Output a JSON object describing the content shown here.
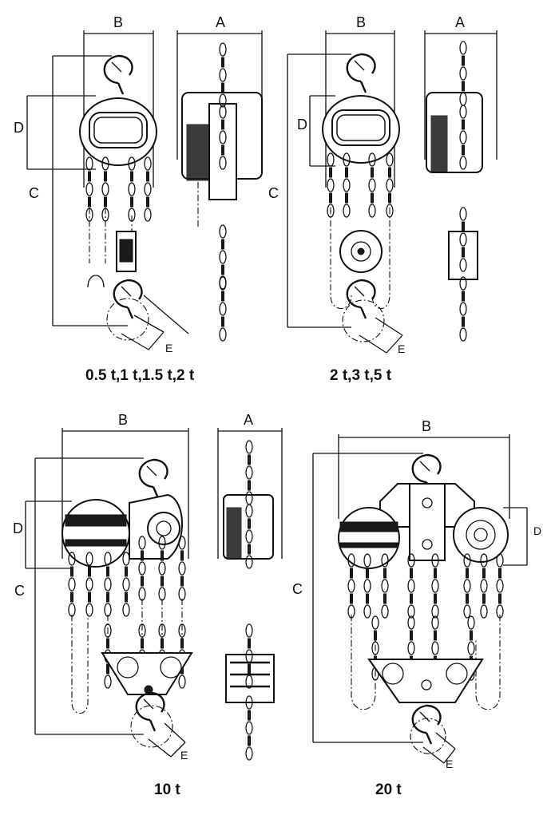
{
  "labels": {
    "a": "A",
    "b": "B",
    "c": "C",
    "d": "D",
    "e": "E"
  },
  "captions": {
    "fig1": "0.5 t,1 t,1.5 t,2 t",
    "fig2": "2 t,3 t,5 t",
    "fig3": "10 t",
    "fig4": "20 t"
  }
}
